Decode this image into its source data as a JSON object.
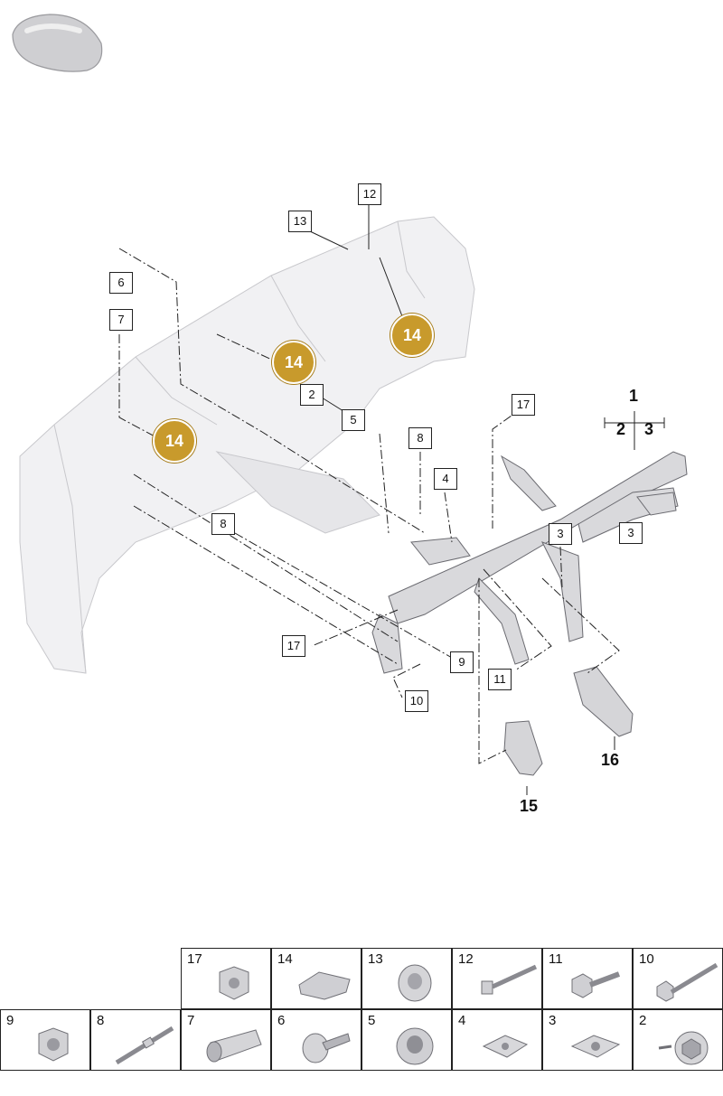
{
  "callouts": {
    "top_12": "12",
    "top_13": "13",
    "left_6": "6",
    "left_7": "7",
    "mid_2": "2",
    "mid_5": "5",
    "mid_8": "8",
    "mid_4": "4",
    "mid_17": "17",
    "right_3a": "3",
    "right_3b": "3",
    "lower_8": "8",
    "lower_17": "17",
    "lower_9": "9",
    "lower_11": "11",
    "lower_10": "10",
    "gold_1": "14",
    "gold_2": "14",
    "gold_3": "14"
  },
  "assembly": {
    "main": "1",
    "sub_left": "2",
    "sub_right": "3",
    "part_15": "15",
    "part_16": "16"
  },
  "legend": {
    "top_row": [
      "17",
      "14",
      "13",
      "12",
      "11",
      "10"
    ],
    "bottom_row": [
      "9",
      "8",
      "7",
      "6",
      "5",
      "4",
      "3",
      "2"
    ]
  },
  "colors": {
    "gold": "#c89a2c",
    "line": "#222222",
    "part_grey": "#d9d9dc"
  }
}
